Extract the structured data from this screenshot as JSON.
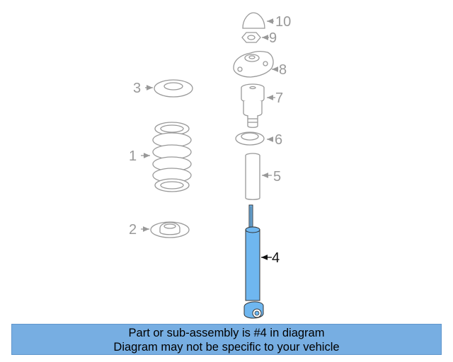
{
  "diagram": {
    "callouts": [
      "1",
      "2",
      "3",
      "4",
      "5",
      "6",
      "7",
      "8",
      "9",
      "10"
    ],
    "highlighted_part": "4",
    "colors": {
      "highlight": "#6fb7f0",
      "outline": "#999999",
      "banner": "#77aee2"
    }
  },
  "banner": {
    "line1": "Part or sub-assembly is #4 in diagram",
    "line2": "Diagram may not be specific to your vehicle"
  }
}
